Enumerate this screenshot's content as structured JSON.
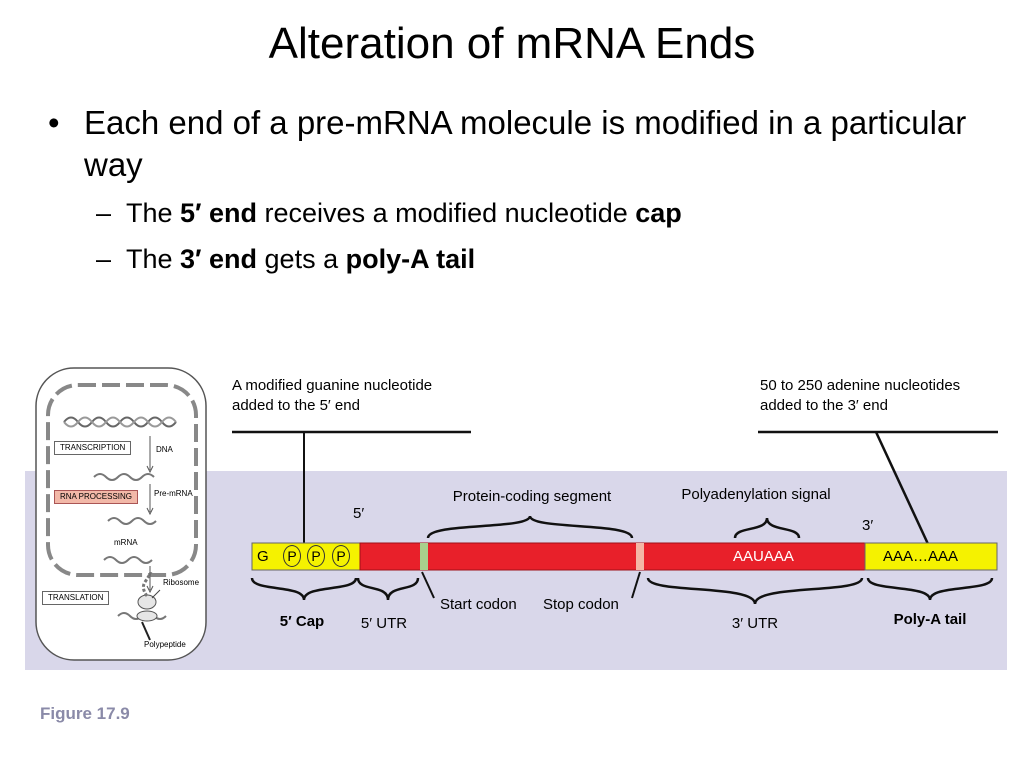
{
  "slide": {
    "title": "Alteration of mRNA Ends",
    "bullet": "Each end of a pre-mRNA molecule is modified in a particular way",
    "bullet_marker": "•",
    "sub_marker": "–",
    "sub1": {
      "pre": "The ",
      "b1": "5′ end",
      "mid": " receives a modified nucleotide ",
      "b2": "cap"
    },
    "sub2": {
      "pre": "The ",
      "b1": "3′ end",
      "mid": " gets a ",
      "b2": "poly-A tail"
    },
    "figure_label": "Figure 17.9"
  },
  "inset": {
    "transcription": "TRANSCRIPTION",
    "dna": "DNA",
    "rna_processing": "RNA PROCESSING",
    "pre_mrna": "Pre-mRNA",
    "mrna": "mRNA",
    "ribosome": "Ribosome",
    "translation": "TRANSLATION",
    "polypeptide": "Polypeptide"
  },
  "diagram": {
    "cap_note": "A modified guanine nucleotide added to the 5′ end",
    "tail_note": "50 to 250 adenine nucleotides added to the 3′ end",
    "five_prime": "5′",
    "three_prime": "3′",
    "protein_coding": "Protein-coding segment",
    "polyadenylation": "Polyadenylation signal",
    "g": "G",
    "p": "P",
    "aauaaa": "AAUAAA",
    "aaa": "AAA…AAA",
    "start_codon": "Start codon",
    "stop_codon": "Stop codon",
    "cap_label": "5′ Cap",
    "utr5": "5′ UTR",
    "utr3": "3′ UTR",
    "polya_label": "Poly-A tail"
  },
  "colors": {
    "band": "#d9d7ea",
    "coding_red": "#e8202a",
    "cap_yellow": "#f5f200",
    "start_green": "#a8d08d",
    "stop_pink": "#f4b6a6",
    "figure_label": "#8a8aa8"
  }
}
